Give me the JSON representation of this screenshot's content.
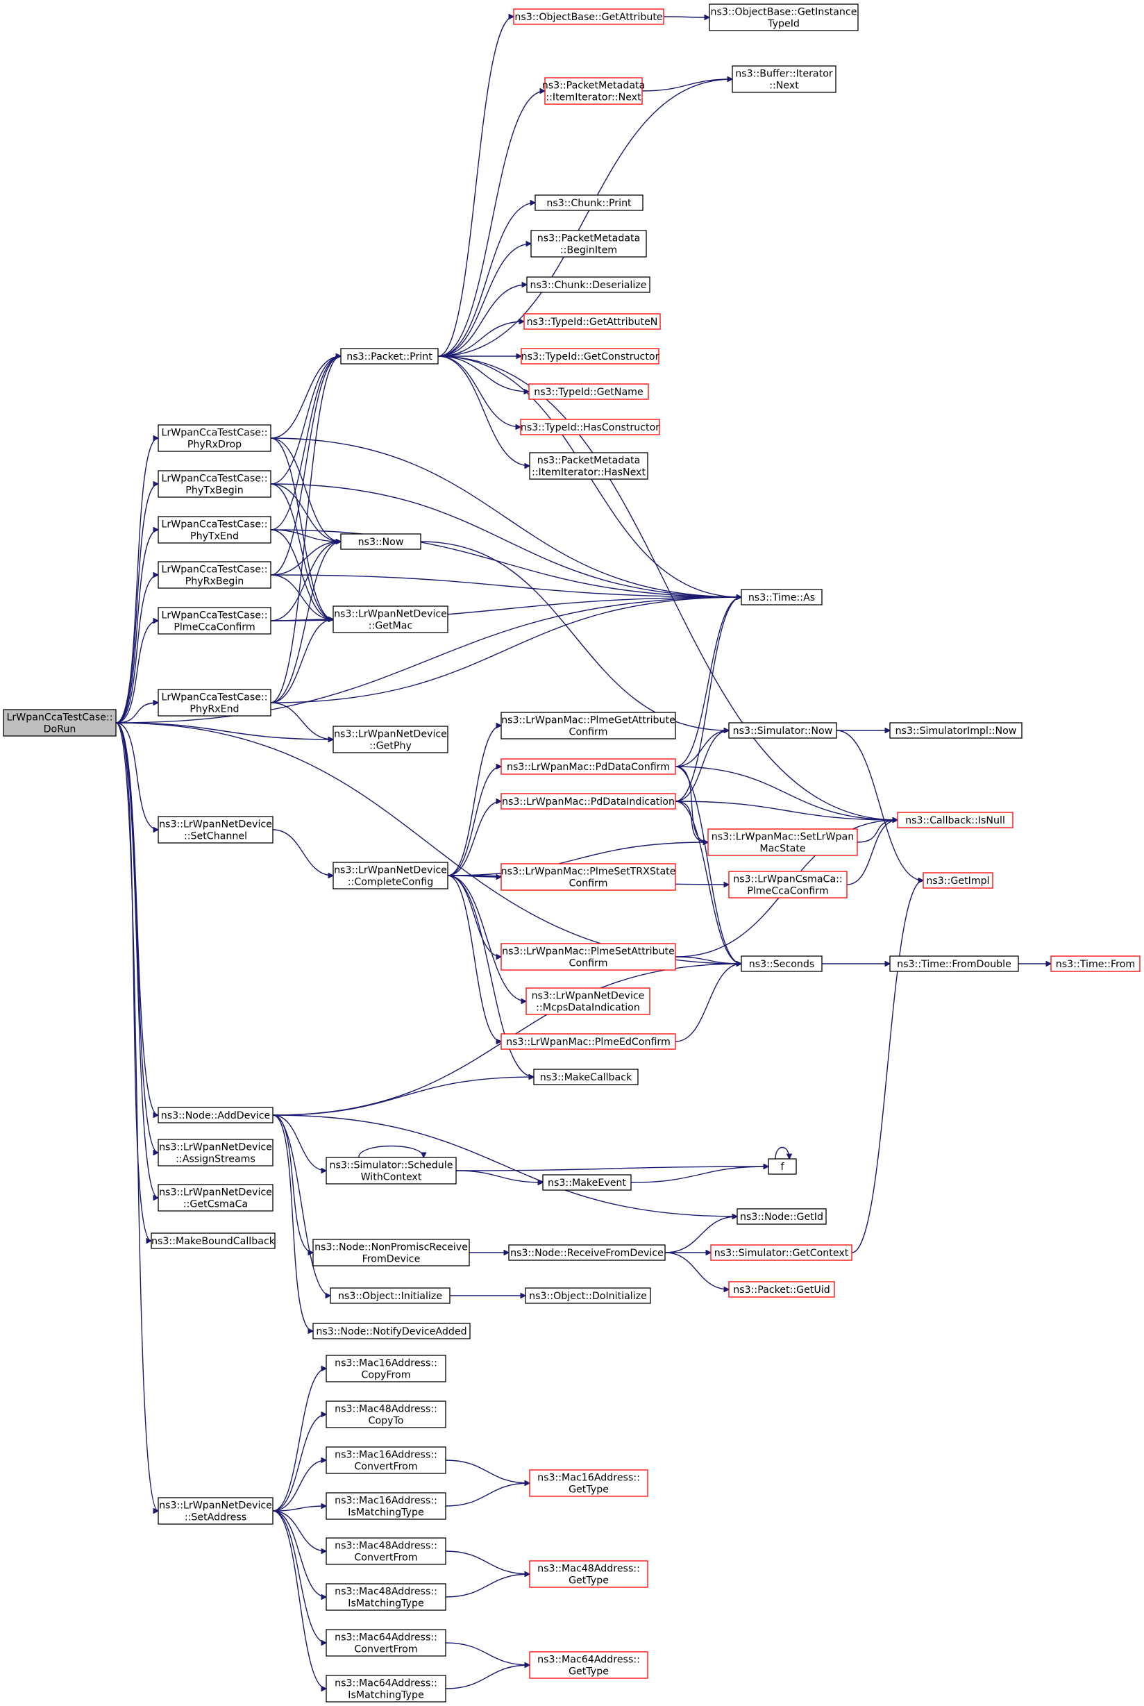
{
  "colors": {
    "edge": "#191970",
    "plain_border": "#000000",
    "truncated_border": "#ff0000",
    "root_fill": "#bfbfbf",
    "node_fill": "#ffffff"
  },
  "root": "doRun",
  "nodes": [
    {
      "id": "doRun",
      "lines": [
        "LrWpanCcaTestCase::",
        "DoRun"
      ],
      "style": "root"
    },
    {
      "id": "phyRxDrop",
      "lines": [
        "LrWpanCcaTestCase::",
        "PhyRxDrop"
      ],
      "style": "plain"
    },
    {
      "id": "phyTxBegin",
      "lines": [
        "LrWpanCcaTestCase::",
        "PhyTxBegin"
      ],
      "style": "plain"
    },
    {
      "id": "phyTxEnd",
      "lines": [
        "LrWpanCcaTestCase::",
        "PhyTxEnd"
      ],
      "style": "plain"
    },
    {
      "id": "phyRxBegin",
      "lines": [
        "LrWpanCcaTestCase::",
        "PhyRxBegin"
      ],
      "style": "plain"
    },
    {
      "id": "plmeCcaConfirm",
      "lines": [
        "LrWpanCcaTestCase::",
        "PlmeCcaConfirm"
      ],
      "style": "plain"
    },
    {
      "id": "phyRxEnd",
      "lines": [
        "LrWpanCcaTestCase::",
        "PhyRxEnd"
      ],
      "style": "plain"
    },
    {
      "id": "setChannel",
      "lines": [
        "ns3::LrWpanNetDevice",
        "::SetChannel"
      ],
      "style": "plain"
    },
    {
      "id": "addDevice",
      "lines": [
        "ns3::Node::AddDevice"
      ],
      "style": "plain"
    },
    {
      "id": "assignStreams",
      "lines": [
        "ns3::LrWpanNetDevice",
        "::AssignStreams"
      ],
      "style": "plain"
    },
    {
      "id": "getCsmaCa",
      "lines": [
        "ns3::LrWpanNetDevice",
        "::GetCsmaCa"
      ],
      "style": "plain"
    },
    {
      "id": "makeBoundCallback",
      "lines": [
        "ns3::MakeBoundCallback"
      ],
      "style": "plain"
    },
    {
      "id": "setAddress",
      "lines": [
        "ns3::LrWpanNetDevice",
        "::SetAddress"
      ],
      "style": "plain"
    },
    {
      "id": "packetPrint",
      "lines": [
        "ns3::Packet::Print"
      ],
      "style": "plain"
    },
    {
      "id": "ns3Now",
      "lines": [
        "ns3::Now"
      ],
      "style": "plain"
    },
    {
      "id": "getMac",
      "lines": [
        "ns3::LrWpanNetDevice",
        "::GetMac"
      ],
      "style": "plain"
    },
    {
      "id": "getPhy",
      "lines": [
        "ns3::LrWpanNetDevice",
        "::GetPhy"
      ],
      "style": "plain"
    },
    {
      "id": "completeConfig",
      "lines": [
        "ns3::LrWpanNetDevice",
        "::CompleteConfig"
      ],
      "style": "plain"
    },
    {
      "id": "objGetAttribute",
      "lines": [
        "ns3::ObjectBase::GetAttribute"
      ],
      "style": "truncated"
    },
    {
      "id": "objGetInstanceTypeId",
      "lines": [
        "ns3::ObjectBase::GetInstance",
        "TypeId"
      ],
      "style": "plain"
    },
    {
      "id": "pmItemNext",
      "lines": [
        "ns3::PacketMetadata",
        "::ItemIterator::Next"
      ],
      "style": "truncated"
    },
    {
      "id": "bufIterNext",
      "lines": [
        "ns3::Buffer::Iterator",
        "::Next"
      ],
      "style": "plain"
    },
    {
      "id": "chunkPrint",
      "lines": [
        "ns3::Chunk::Print"
      ],
      "style": "plain"
    },
    {
      "id": "pmBeginItem",
      "lines": [
        "ns3::PacketMetadata",
        "::BeginItem"
      ],
      "style": "plain"
    },
    {
      "id": "chunkDeserialize",
      "lines": [
        "ns3::Chunk::Deserialize"
      ],
      "style": "plain"
    },
    {
      "id": "typeIdGetAttributeN",
      "lines": [
        "ns3::TypeId::GetAttributeN"
      ],
      "style": "truncated"
    },
    {
      "id": "typeIdGetConstructor",
      "lines": [
        "ns3::TypeId::GetConstructor"
      ],
      "style": "truncated"
    },
    {
      "id": "typeIdGetName",
      "lines": [
        "ns3::TypeId::GetName"
      ],
      "style": "truncated"
    },
    {
      "id": "typeIdHasConstructor",
      "lines": [
        "ns3::TypeId::HasConstructor"
      ],
      "style": "truncated"
    },
    {
      "id": "pmItemHasNext",
      "lines": [
        "ns3::PacketMetadata",
        "::ItemIterator::HasNext"
      ],
      "style": "plain"
    },
    {
      "id": "timeAs",
      "lines": [
        "ns3::Time::As"
      ],
      "style": "plain"
    },
    {
      "id": "plmeGetAttrConfirm",
      "lines": [
        "ns3::LrWpanMac::PlmeGetAttribute",
        "Confirm"
      ],
      "style": "plain"
    },
    {
      "id": "simulatorNow",
      "lines": [
        "ns3::Simulator::Now"
      ],
      "style": "plain"
    },
    {
      "id": "simImplNow",
      "lines": [
        "ns3::SimulatorImpl::Now"
      ],
      "style": "plain"
    },
    {
      "id": "pdDataConfirm",
      "lines": [
        "ns3::LrWpanMac::PdDataConfirm"
      ],
      "style": "truncated"
    },
    {
      "id": "pdDataIndication",
      "lines": [
        "ns3::LrWpanMac::PdDataIndication"
      ],
      "style": "truncated"
    },
    {
      "id": "callbackIsNull",
      "lines": [
        "ns3::Callback::IsNull"
      ],
      "style": "truncated"
    },
    {
      "id": "setLrWpanMacState",
      "lines": [
        "ns3::LrWpanMac::SetLrWpan",
        "MacState"
      ],
      "style": "truncated"
    },
    {
      "id": "plmeSetTrxStateConfirm",
      "lines": [
        "ns3::LrWpanMac::PlmeSetTRXState",
        "Confirm"
      ],
      "style": "truncated"
    },
    {
      "id": "csmaPlmeCcaConfirm",
      "lines": [
        "ns3::LrWpanCsmaCa::",
        "PlmeCcaConfirm"
      ],
      "style": "truncated"
    },
    {
      "id": "getImpl",
      "lines": [
        "ns3::GetImpl"
      ],
      "style": "truncated"
    },
    {
      "id": "plmeSetAttrConfirm",
      "lines": [
        "ns3::LrWpanMac::PlmeSetAttribute",
        "Confirm"
      ],
      "style": "truncated"
    },
    {
      "id": "ns3Seconds",
      "lines": [
        "ns3::Seconds"
      ],
      "style": "plain"
    },
    {
      "id": "timeFromDouble",
      "lines": [
        "ns3::Time::FromDouble"
      ],
      "style": "plain"
    },
    {
      "id": "timeFrom",
      "lines": [
        "ns3::Time::From"
      ],
      "style": "truncated"
    },
    {
      "id": "mcpsDataIndication",
      "lines": [
        "ns3::LrWpanNetDevice",
        "::McpsDataIndication"
      ],
      "style": "truncated"
    },
    {
      "id": "plmeEdConfirm",
      "lines": [
        "ns3::LrWpanMac::PlmeEdConfirm"
      ],
      "style": "truncated"
    },
    {
      "id": "makeCallback",
      "lines": [
        "ns3::MakeCallback"
      ],
      "style": "plain"
    },
    {
      "id": "scheduleWithContext",
      "lines": [
        "ns3::Simulator::Schedule",
        "WithContext"
      ],
      "style": "plain"
    },
    {
      "id": "fn_f",
      "lines": [
        "f"
      ],
      "style": "plain"
    },
    {
      "id": "makeEvent",
      "lines": [
        "ns3::MakeEvent"
      ],
      "style": "plain"
    },
    {
      "id": "nodeGetId",
      "lines": [
        "ns3::Node::GetId"
      ],
      "style": "plain"
    },
    {
      "id": "nonPromiscReceive",
      "lines": [
        "ns3::Node::NonPromiscReceive",
        "FromDevice"
      ],
      "style": "plain"
    },
    {
      "id": "receiveFromDevice",
      "lines": [
        "ns3::Node::ReceiveFromDevice"
      ],
      "style": "plain"
    },
    {
      "id": "simGetContext",
      "lines": [
        "ns3::Simulator::GetContext"
      ],
      "style": "truncated"
    },
    {
      "id": "packetGetUid",
      "lines": [
        "ns3::Packet::GetUid"
      ],
      "style": "truncated"
    },
    {
      "id": "objectInitialize",
      "lines": [
        "ns3::Object::Initialize"
      ],
      "style": "plain"
    },
    {
      "id": "objectDoInitialize",
      "lines": [
        "ns3::Object::DoInitialize"
      ],
      "style": "plain"
    },
    {
      "id": "notifyDeviceAdded",
      "lines": [
        "ns3::Node::NotifyDeviceAdded"
      ],
      "style": "plain"
    },
    {
      "id": "mac16CopyFrom",
      "lines": [
        "ns3::Mac16Address::",
        "CopyFrom"
      ],
      "style": "plain"
    },
    {
      "id": "mac48CopyTo",
      "lines": [
        "ns3::Mac48Address::",
        "CopyTo"
      ],
      "style": "plain"
    },
    {
      "id": "mac16ConvertFrom",
      "lines": [
        "ns3::Mac16Address::",
        "ConvertFrom"
      ],
      "style": "plain"
    },
    {
      "id": "mac16IsMatchingType",
      "lines": [
        "ns3::Mac16Address::",
        "IsMatchingType"
      ],
      "style": "plain"
    },
    {
      "id": "mac16GetType",
      "lines": [
        "ns3::Mac16Address::",
        "GetType"
      ],
      "style": "truncated"
    },
    {
      "id": "mac48ConvertFrom",
      "lines": [
        "ns3::Mac48Address::",
        "ConvertFrom"
      ],
      "style": "plain"
    },
    {
      "id": "mac48IsMatchingType",
      "lines": [
        "ns3::Mac48Address::",
        "IsMatchingType"
      ],
      "style": "plain"
    },
    {
      "id": "mac48GetType",
      "lines": [
        "ns3::Mac48Address::",
        "GetType"
      ],
      "style": "truncated"
    },
    {
      "id": "mac64ConvertFrom",
      "lines": [
        "ns3::Mac64Address::",
        "ConvertFrom"
      ],
      "style": "plain"
    },
    {
      "id": "mac64IsMatchingType",
      "lines": [
        "ns3::Mac64Address::",
        "IsMatchingType"
      ],
      "style": "plain"
    },
    {
      "id": "mac64GetType",
      "lines": [
        "ns3::Mac64Address::",
        "GetType"
      ],
      "style": "truncated"
    }
  ],
  "edges": [
    [
      "doRun",
      "phyRxDrop"
    ],
    [
      "doRun",
      "phyTxBegin"
    ],
    [
      "doRun",
      "phyTxEnd"
    ],
    [
      "doRun",
      "phyRxBegin"
    ],
    [
      "doRun",
      "plmeCcaConfirm"
    ],
    [
      "doRun",
      "phyRxEnd"
    ],
    [
      "doRun",
      "getPhy"
    ],
    [
      "doRun",
      "timeAs"
    ],
    [
      "doRun",
      "setChannel"
    ],
    [
      "doRun",
      "addDevice"
    ],
    [
      "doRun",
      "assignStreams"
    ],
    [
      "doRun",
      "getCsmaCa"
    ],
    [
      "doRun",
      "makeBoundCallback"
    ],
    [
      "doRun",
      "setAddress"
    ],
    [
      "doRun",
      "ns3Seconds"
    ],
    [
      "phyRxDrop",
      "packetPrint"
    ],
    [
      "phyRxDrop",
      "ns3Now"
    ],
    [
      "phyRxDrop",
      "getMac"
    ],
    [
      "phyRxDrop",
      "timeAs"
    ],
    [
      "phyTxBegin",
      "packetPrint"
    ],
    [
      "phyTxBegin",
      "ns3Now"
    ],
    [
      "phyTxBegin",
      "getMac"
    ],
    [
      "phyTxBegin",
      "timeAs"
    ],
    [
      "phyTxEnd",
      "packetPrint"
    ],
    [
      "phyTxEnd",
      "ns3Now"
    ],
    [
      "phyTxEnd",
      "getMac"
    ],
    [
      "phyTxEnd",
      "timeAs"
    ],
    [
      "phyRxBegin",
      "packetPrint"
    ],
    [
      "phyRxBegin",
      "ns3Now"
    ],
    [
      "phyRxBegin",
      "getMac"
    ],
    [
      "phyRxBegin",
      "timeAs"
    ],
    [
      "plmeCcaConfirm",
      "ns3Now"
    ],
    [
      "plmeCcaConfirm",
      "getMac"
    ],
    [
      "plmeCcaConfirm",
      "timeAs"
    ],
    [
      "phyRxEnd",
      "packetPrint"
    ],
    [
      "phyRxEnd",
      "ns3Now"
    ],
    [
      "phyRxEnd",
      "getMac"
    ],
    [
      "phyRxEnd",
      "timeAs"
    ],
    [
      "phyRxEnd",
      "getPhy"
    ],
    [
      "packetPrint",
      "objGetAttribute"
    ],
    [
      "packetPrint",
      "bufIterNext"
    ],
    [
      "packetPrint",
      "pmItemNext"
    ],
    [
      "packetPrint",
      "chunkPrint"
    ],
    [
      "packetPrint",
      "pmBeginItem"
    ],
    [
      "packetPrint",
      "chunkDeserialize"
    ],
    [
      "packetPrint",
      "typeIdGetAttributeN"
    ],
    [
      "packetPrint",
      "typeIdGetConstructor"
    ],
    [
      "packetPrint",
      "typeIdGetName"
    ],
    [
      "packetPrint",
      "typeIdHasConstructor"
    ],
    [
      "packetPrint",
      "pmItemHasNext"
    ],
    [
      "packetPrint",
      "timeAs"
    ],
    [
      "packetPrint",
      "callbackIsNull"
    ],
    [
      "objGetAttribute",
      "objGetInstanceTypeId"
    ],
    [
      "pmItemNext",
      "bufIterNext"
    ],
    [
      "ns3Now",
      "simulatorNow"
    ],
    [
      "simulatorNow",
      "simImplNow"
    ],
    [
      "simulatorNow",
      "getImpl"
    ],
    [
      "setChannel",
      "completeConfig"
    ],
    [
      "completeConfig",
      "plmeGetAttrConfirm"
    ],
    [
      "completeConfig",
      "pdDataConfirm"
    ],
    [
      "completeConfig",
      "pdDataIndication"
    ],
    [
      "completeConfig",
      "setLrWpanMacState"
    ],
    [
      "completeConfig",
      "plmeSetTrxStateConfirm"
    ],
    [
      "completeConfig",
      "csmaPlmeCcaConfirm"
    ],
    [
      "completeConfig",
      "plmeSetAttrConfirm"
    ],
    [
      "completeConfig",
      "mcpsDataIndication"
    ],
    [
      "completeConfig",
      "plmeEdConfirm"
    ],
    [
      "completeConfig",
      "makeCallback"
    ],
    [
      "pdDataConfirm",
      "simulatorNow"
    ],
    [
      "pdDataConfirm",
      "timeAs"
    ],
    [
      "pdDataConfirm",
      "callbackIsNull"
    ],
    [
      "pdDataConfirm",
      "setLrWpanMacState"
    ],
    [
      "pdDataConfirm",
      "ns3Seconds"
    ],
    [
      "pdDataIndication",
      "simulatorNow"
    ],
    [
      "pdDataIndication",
      "timeAs"
    ],
    [
      "pdDataIndication",
      "callbackIsNull"
    ],
    [
      "pdDataIndication",
      "setLrWpanMacState"
    ],
    [
      "pdDataIndication",
      "ns3Seconds"
    ],
    [
      "setLrWpanMacState",
      "callbackIsNull"
    ],
    [
      "csmaPlmeCcaConfirm",
      "callbackIsNull"
    ],
    [
      "plmeSetAttrConfirm",
      "callbackIsNull"
    ],
    [
      "plmeSetAttrConfirm",
      "ns3Seconds"
    ],
    [
      "plmeEdConfirm",
      "ns3Seconds"
    ],
    [
      "ns3Seconds",
      "timeFromDouble"
    ],
    [
      "timeFromDouble",
      "timeFrom"
    ],
    [
      "addDevice",
      "makeCallback"
    ],
    [
      "addDevice",
      "ns3Seconds"
    ],
    [
      "addDevice",
      "scheduleWithContext"
    ],
    [
      "addDevice",
      "nodeGetId"
    ],
    [
      "addDevice",
      "nonPromiscReceive"
    ],
    [
      "addDevice",
      "objectInitialize"
    ],
    [
      "addDevice",
      "notifyDeviceAdded"
    ],
    [
      "scheduleWithContext",
      "scheduleWithContext"
    ],
    [
      "scheduleWithContext",
      "fn_f"
    ],
    [
      "scheduleWithContext",
      "makeEvent"
    ],
    [
      "makeEvent",
      "fn_f"
    ],
    [
      "fn_f",
      "fn_f"
    ],
    [
      "nonPromiscReceive",
      "receiveFromDevice"
    ],
    [
      "receiveFromDevice",
      "nodeGetId"
    ],
    [
      "receiveFromDevice",
      "simGetContext"
    ],
    [
      "receiveFromDevice",
      "packetGetUid"
    ],
    [
      "simGetContext",
      "getImpl"
    ],
    [
      "objectInitialize",
      "objectDoInitialize"
    ],
    [
      "setAddress",
      "mac16CopyFrom"
    ],
    [
      "setAddress",
      "mac48CopyTo"
    ],
    [
      "setAddress",
      "mac16ConvertFrom"
    ],
    [
      "setAddress",
      "mac16IsMatchingType"
    ],
    [
      "setAddress",
      "mac48ConvertFrom"
    ],
    [
      "setAddress",
      "mac48IsMatchingType"
    ],
    [
      "setAddress",
      "mac64ConvertFrom"
    ],
    [
      "setAddress",
      "mac64IsMatchingType"
    ],
    [
      "mac16ConvertFrom",
      "mac16GetType"
    ],
    [
      "mac16IsMatchingType",
      "mac16GetType"
    ],
    [
      "mac48ConvertFrom",
      "mac48GetType"
    ],
    [
      "mac48IsMatchingType",
      "mac48GetType"
    ],
    [
      "mac64ConvertFrom",
      "mac64GetType"
    ],
    [
      "mac64IsMatchingType",
      "mac64GetType"
    ]
  ]
}
